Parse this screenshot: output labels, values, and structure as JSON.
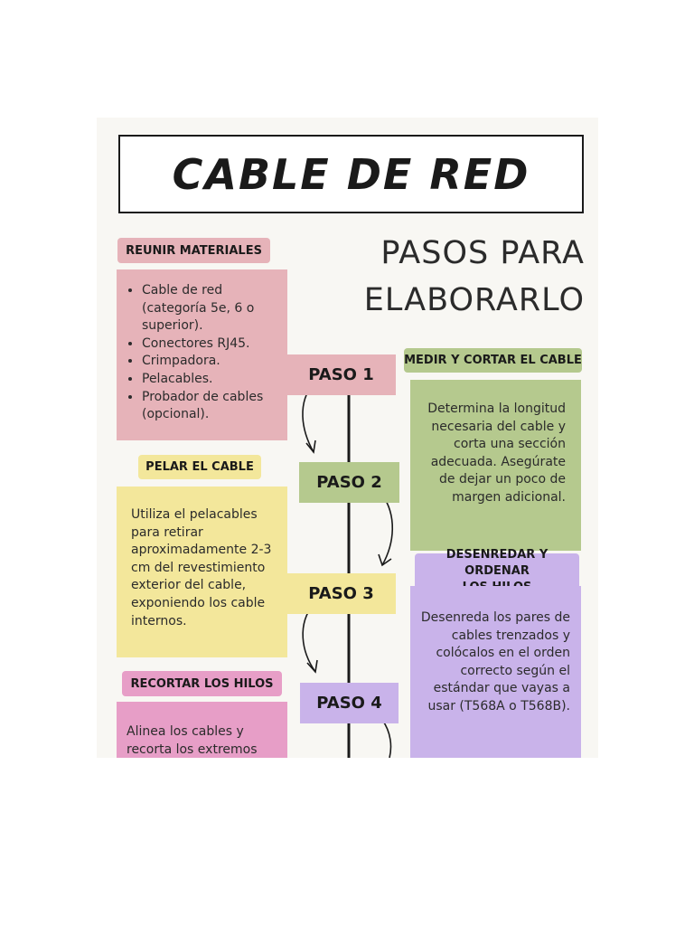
{
  "title": "CABLE DE RED",
  "subtitle": [
    "PASOS PARA",
    "ELABORARLO"
  ],
  "steps": [
    {
      "paso": "PASO 1",
      "heading": "MEDIR Y CORTAR EL CABLE",
      "text": "Determina la longitud necesaria del cable y corta una sección adecuada. Asegúrate de dejar un poco de margen adicional."
    },
    {
      "paso": "PASO 2",
      "heading": "PELAR EL CABLE",
      "text": "Utiliza el pelacables para retirar aproximadamente 2-3 cm del revestimiento exterior del cable, exponiendo los cable internos."
    },
    {
      "paso": "PASO 3",
      "heading": [
        "DESENREDAR Y ORDENAR",
        "LOS HILOS"
      ],
      "text": "Desenreda los pares de cables trenzados y colócalos en el orden correcto según el estándar que vayas a usar (T568A o T568B)."
    },
    {
      "paso": "PASO 4",
      "heading": "RECORTAR LOS HILOS",
      "text": "Alinea los cables y recorta los extremos"
    }
  ],
  "materials": {
    "heading": "REUNIR MATERIALES",
    "items": [
      "Cable de red (categoría 5e, 6 o superior).",
      "Conectores RJ45.",
      "Crimpadora.",
      "Pelacables.",
      "Probador de cables (opcional)."
    ]
  },
  "colors": {
    "pink_light": "#e6b3b9",
    "green": "#b5c98e",
    "yellow": "#f3e79b",
    "purple": "#c9b3ea",
    "magenta": "#e79ec7"
  }
}
